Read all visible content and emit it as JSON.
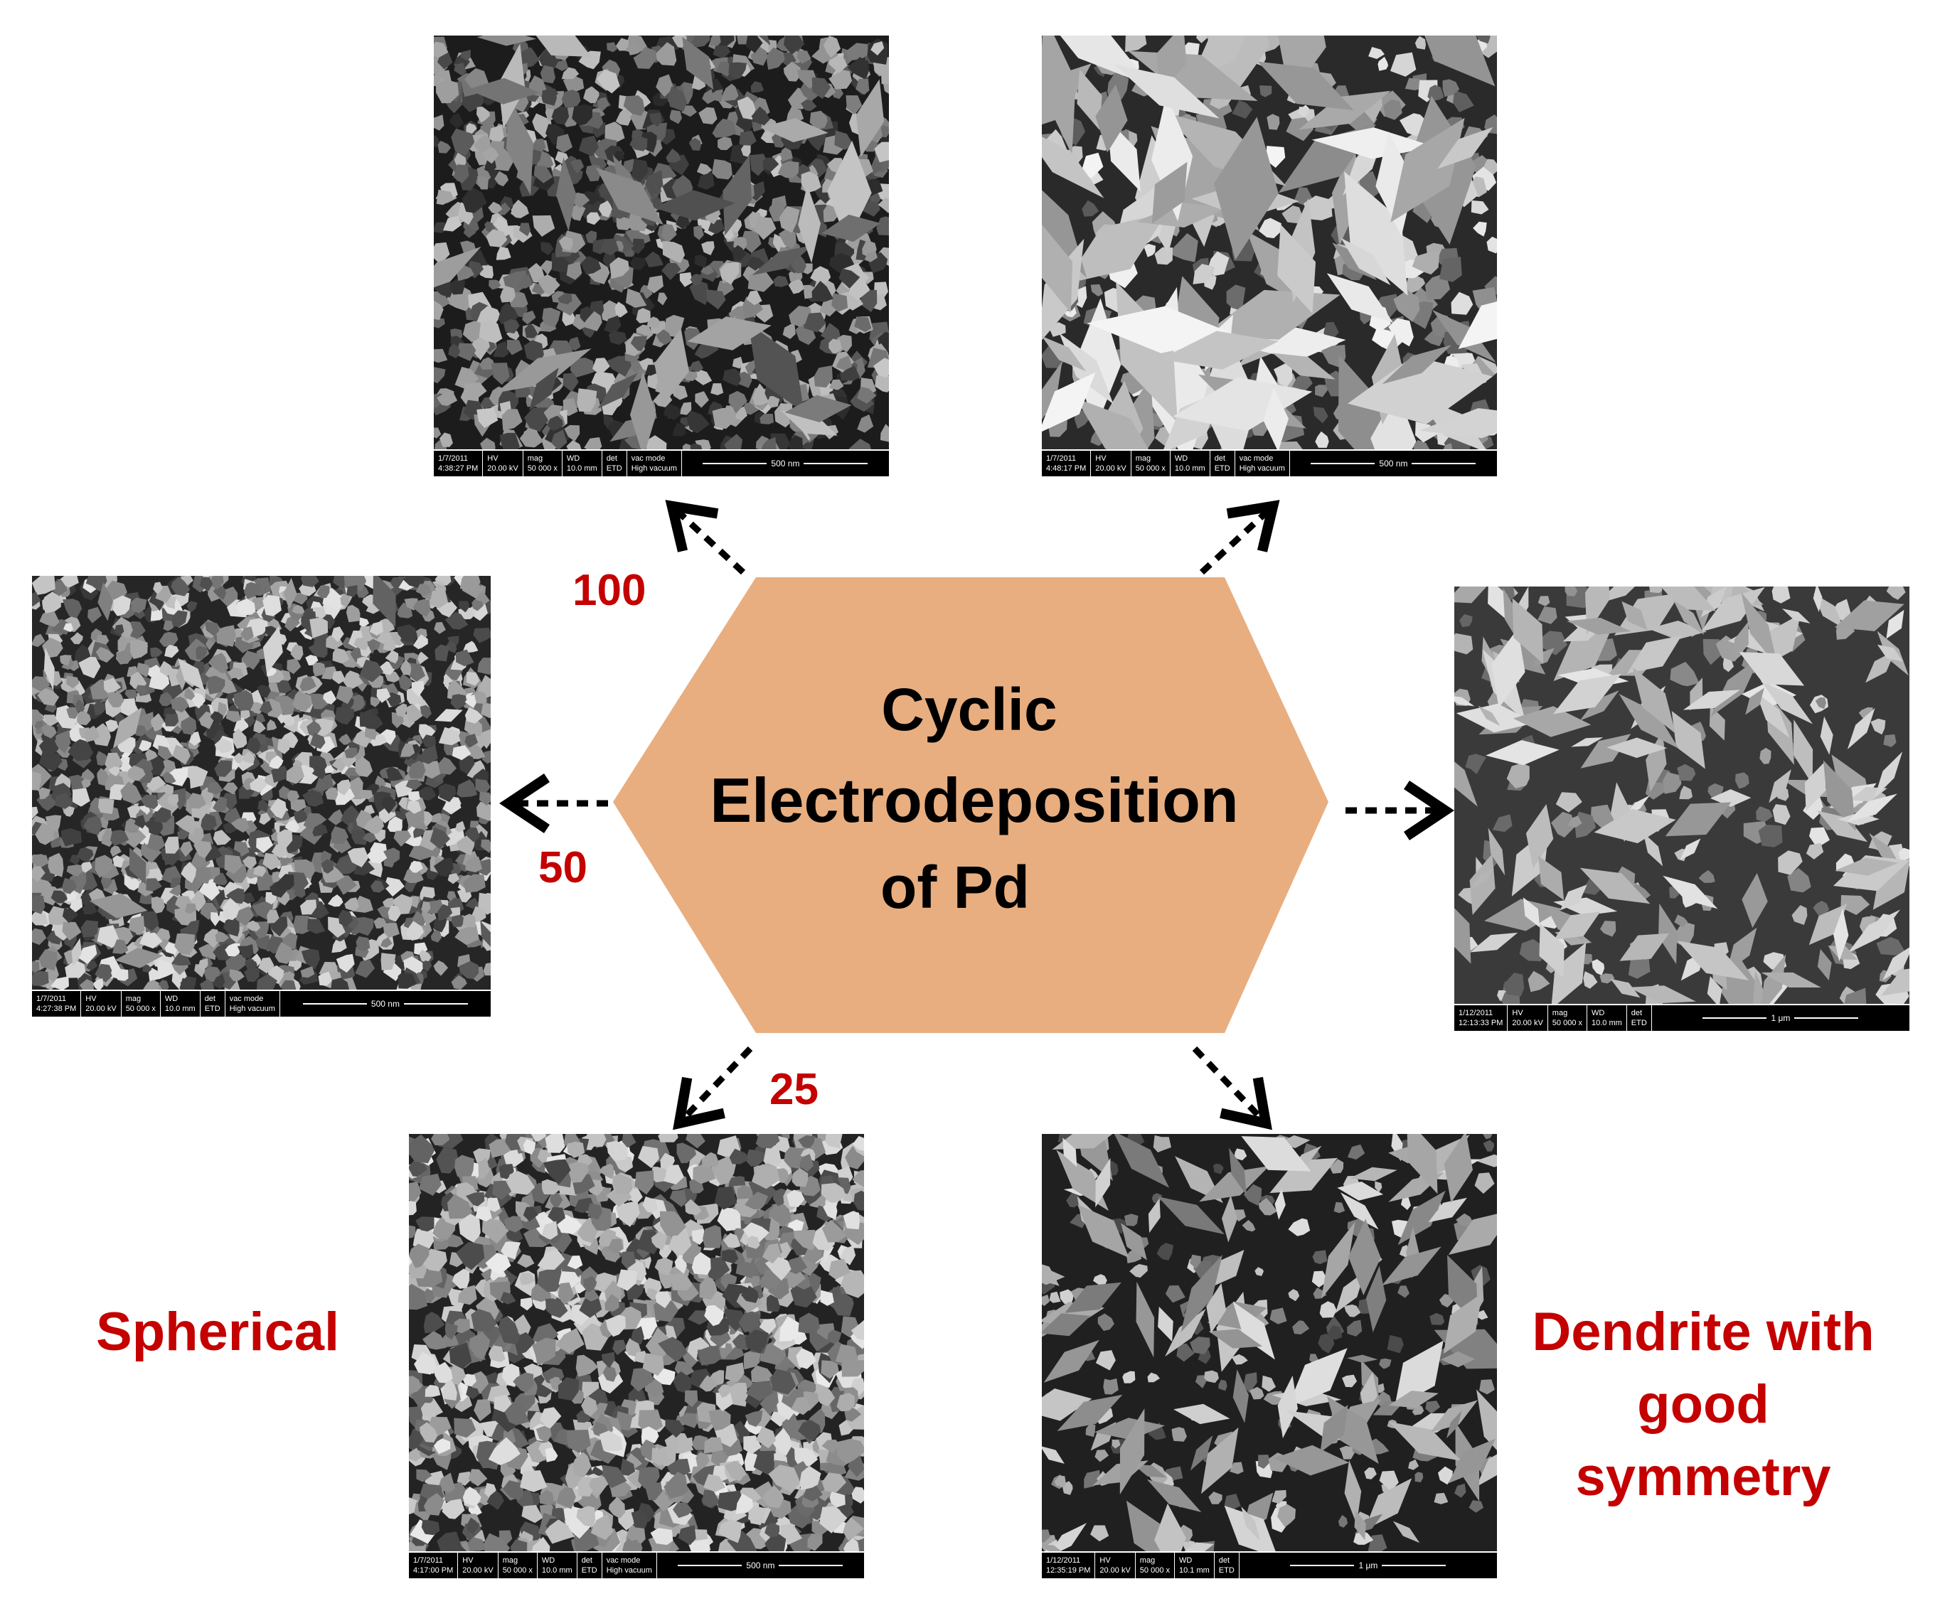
{
  "center": {
    "line1": "Cyclic",
    "line2": "Electrodeposition",
    "line3": "of  Pd",
    "fill": "#E8AE80"
  },
  "cycle_labels": {
    "c100": "100",
    "c50": "50",
    "c25": "25"
  },
  "morphology_labels": {
    "spherical": "Spherical",
    "dendrite_line1": "Dendrite with",
    "dendrite_line2": "good",
    "dendrite_line3": "symmetry"
  },
  "colors": {
    "label_red": "#C40000",
    "arrow": "#000000"
  },
  "images": [
    {
      "id": "sem-100",
      "date": "1/7/2011",
      "time": "4:38:27 PM",
      "hv": "20.00 kV",
      "mag": "50 000 x",
      "wd": "10.0 mm",
      "det": "ETD",
      "vac": "High vacuum",
      "scale": "500 nm"
    },
    {
      "id": "sem-top-right",
      "date": "1/7/2011",
      "time": "4:48:17 PM",
      "hv": "20.00 kV",
      "mag": "50 000 x",
      "wd": "10.0 mm",
      "det": "ETD",
      "vac": "High vacuum",
      "scale": "500 nm"
    },
    {
      "id": "sem-50",
      "date": "1/7/2011",
      "time": "4:27:38 PM",
      "hv": "20.00 kV",
      "mag": "50 000 x",
      "wd": "10.0 mm",
      "det": "ETD",
      "vac": "High vacuum",
      "scale": "500 nm"
    },
    {
      "id": "sem-right",
      "date": "1/12/2011",
      "time": "12:13:33 PM",
      "hv": "20.00 kV",
      "mag": "50 000 x",
      "wd": "10.0 mm",
      "det": "ETD",
      "vac": "",
      "scale": "1 μm"
    },
    {
      "id": "sem-25",
      "date": "1/7/2011",
      "time": "4:17:00 PM",
      "hv": "20.00 kV",
      "mag": "50 000 x",
      "wd": "10.0 mm",
      "det": "ETD",
      "vac": "High vacuum",
      "scale": "500 nm"
    },
    {
      "id": "sem-bottom-right",
      "date": "1/12/2011",
      "time": "12:35:19 PM",
      "hv": "20.00 kV",
      "mag": "50 000 x",
      "wd": "10.1 mm",
      "det": "ETD",
      "vac": "",
      "scale": "1 μm"
    }
  ],
  "databar_headers": {
    "hv": "HV",
    "mag": "mag",
    "wd": "WD",
    "det": "det",
    "vac": "vac mode"
  }
}
